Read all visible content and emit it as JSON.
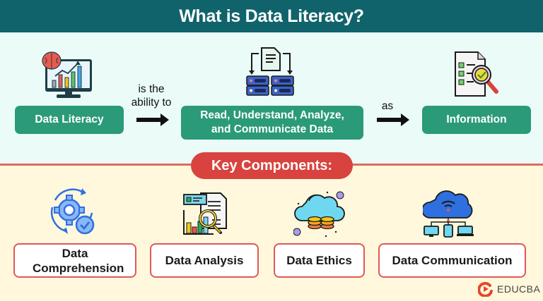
{
  "header": {
    "title": "What is Data Literacy?"
  },
  "definition": {
    "subject": "Data Literacy",
    "connector_1": "is the ability to",
    "action": "Read, Understand, Analyze, and Communicate Data",
    "connector_2": "as",
    "result": "Information"
  },
  "icons": {
    "subject": "brain-monitor-chart-icon",
    "action": "document-servers-sync-icon",
    "result": "checklist-magnifier-icon"
  },
  "section": {
    "title": "Key Components:"
  },
  "components": [
    {
      "label": "Data Comprehension",
      "icon": "gear-cycle-check-icon"
    },
    {
      "label": "Data Analysis",
      "icon": "report-magnifier-chart-icon"
    },
    {
      "label": "Data Ethics",
      "icon": "cloud-coins-icon"
    },
    {
      "label": "Data Communication",
      "icon": "cloud-network-devices-icon"
    }
  ],
  "brand": {
    "name": "EDUCBA"
  },
  "colors": {
    "header": "#10636a",
    "top_bg": "#ebfcf8",
    "bottom_bg": "#fff8dc",
    "green_box": "#2a9a78",
    "accent_red": "#d8433f",
    "box_border": "#e0575a"
  }
}
